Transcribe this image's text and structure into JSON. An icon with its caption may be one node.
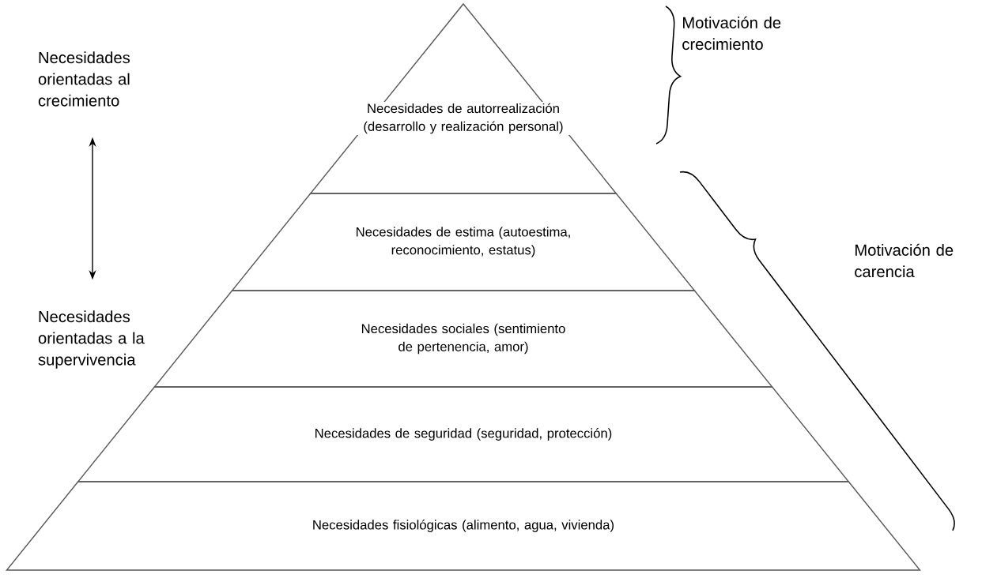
{
  "diagram": {
    "nodes": [
      {
        "text": [
          "Necesidades orientadas al crecimiento"
        ]
      },
      {
        "text": [
          "Necesidades orientadas a la supervivencia"
        ]
      },
      {
        "text": [
          "Necesidades de autorrealización (desarrollo y realización personal)"
        ]
      },
      {
        "text": [
          "Necesidades de estima (autoestima, reconocimiento, estatus)"
        ]
      },
      {
        "text": [
          "Necesidades sociales (sentimiento de pertenencia, amor)"
        ]
      },
      {
        "text": [
          "Necesidades de seguridad (seguridad, protección)"
        ]
      },
      {
        "text": [
          "Necesidades fisiológicas (alimento, agua, vivienda)"
        ]
      }
    ],
    "edges": [
      {
        "from": 0,
        "to": 1,
        "arrow": "both"
      }
    ],
    "labels": [
      "Motivación de crecimiento",
      "Motivación de carencia"
    ]
  }
}
